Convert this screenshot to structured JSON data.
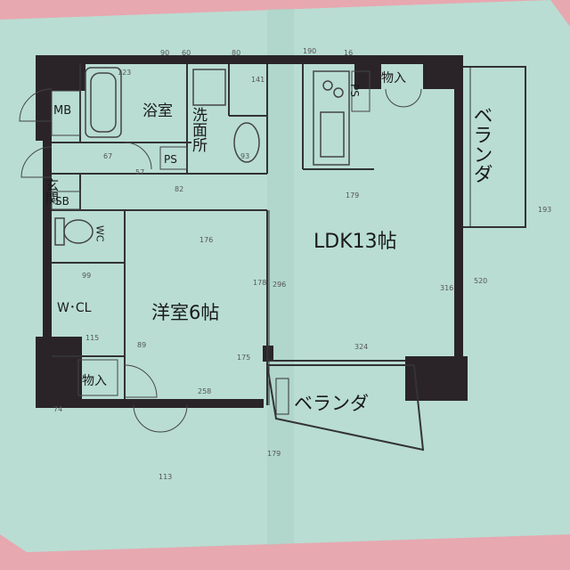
{
  "floorplan": {
    "rooms": {
      "mb": "MB",
      "entrance": "玄関",
      "sb": "SB",
      "bath": "浴室",
      "washroom": "洗面所",
      "ps_left": "PS",
      "ps_kitchen": "PS",
      "storage_top": "物入",
      "storage_bottom": "物入",
      "toilet": "WC",
      "wcl": "W･CL",
      "western_room": "洋室6帖",
      "ldk": "LDK13帖",
      "veranda_right": "ベランダ",
      "veranda_bottom": "ベランダ"
    },
    "handwritten_dims": [
      "179",
      "296",
      "316",
      "324",
      "520",
      "258",
      "175",
      "113",
      "89",
      "115",
      "176",
      "178",
      "90",
      "123",
      "60",
      "16",
      "67",
      "57",
      "99",
      "80",
      "93",
      "82",
      "74",
      "141",
      "190",
      "193",
      "179"
    ]
  },
  "colors": {
    "background": "#e7a8b0",
    "paper": "#b7ddd2",
    "wall": "#2a2428",
    "line": "#3a3a3a",
    "ink": "#1a1a1a"
  }
}
